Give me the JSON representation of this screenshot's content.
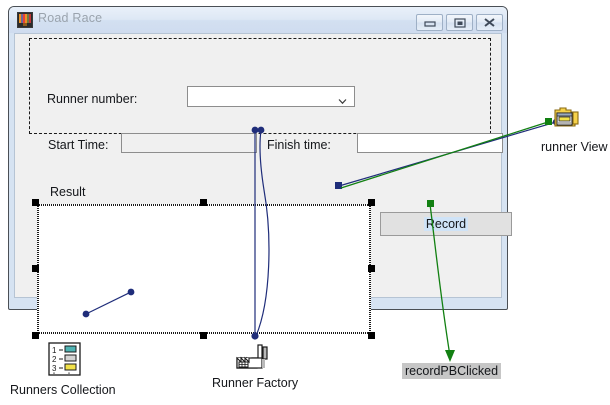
{
  "window": {
    "title": "Road Race",
    "icon": "balloon-icon",
    "controls": [
      {
        "name": "minimize",
        "glyph": "minimize-icon"
      },
      {
        "name": "maximize",
        "glyph": "restore-icon"
      },
      {
        "name": "close",
        "glyph": "close-icon"
      }
    ]
  },
  "form": {
    "runner_number_label": "Runner number:",
    "runner_number_value": "",
    "runner_number_options": [],
    "start_time_label": "Start Time:",
    "start_time_value": "",
    "finish_time_label": "Finish time:",
    "finish_time_value": "",
    "result_label": "Result",
    "result_value": "",
    "record_button_label": "Record"
  },
  "nodes": {
    "runners_collection": {
      "label": "Runners Collection",
      "icon": "list-collection-icon"
    },
    "runner_factory": {
      "label": "Runner Factory",
      "icon": "factory-icon"
    },
    "runner_view": {
      "label": "runner View",
      "icon": "form-window-icon"
    },
    "record_pb_clicked": {
      "label": "recordPBClicked"
    }
  },
  "colors": {
    "connector_blue": "#1f2d7a",
    "connector_green": "#128012",
    "selection_highlight": "#cfe3f7",
    "label_chip_bg": "#c6c6c6",
    "window_frame": "#d6e3f2",
    "client_bg": "#f0f0f0"
  }
}
